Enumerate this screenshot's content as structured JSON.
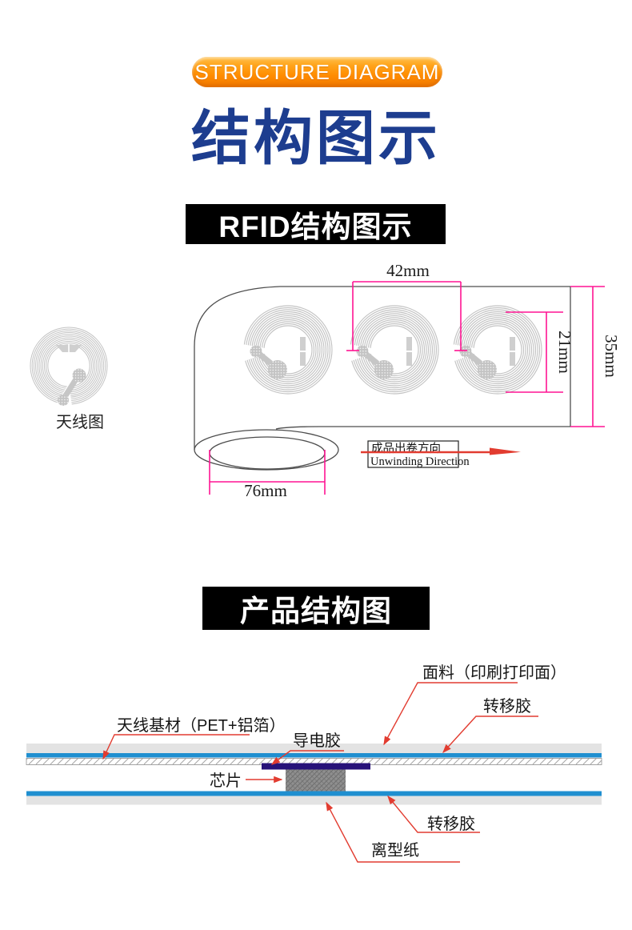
{
  "badge": {
    "label": "STRUCTURE DIAGRAM",
    "gradient_top": "#FFC14D",
    "gradient_bottom": "#F27900"
  },
  "title": {
    "text": "结构图示",
    "color": "#1D3D8F"
  },
  "sections": {
    "rfid_banner": "RFID结构图示",
    "product_banner": "产品结构图"
  },
  "rfid_diagram": {
    "antenna_label": "天线图",
    "dimensions": {
      "pitch": "42mm",
      "antenna_size": "21mm",
      "web_width": "35mm",
      "core_diameter": "76mm"
    },
    "unwinding_box": {
      "line1": "成品出卷方向",
      "line2": "Unwinding Direction"
    },
    "colors": {
      "dimension_magenta": "#FF1493",
      "arrow_red": "#E23C30",
      "outline_gray": "#4D4D4D",
      "coil_gray": "#C3C3C3"
    }
  },
  "product_structure": {
    "labels": {
      "face": "面料（印刷打印面）",
      "transfer_top": "转移胶",
      "substrate": "天线基材（PET+铝箔）",
      "conductive": "导电胶",
      "chip": "芯片",
      "transfer_bottom": "转移胶",
      "release": "离型纸"
    },
    "colors": {
      "layer_gray": "#E3E3E3",
      "adhesive_blue": "#1F8FD0",
      "conductive_navy": "#271279",
      "chip_gray": "#8F8F8F",
      "leader_red": "#E23C30"
    }
  }
}
